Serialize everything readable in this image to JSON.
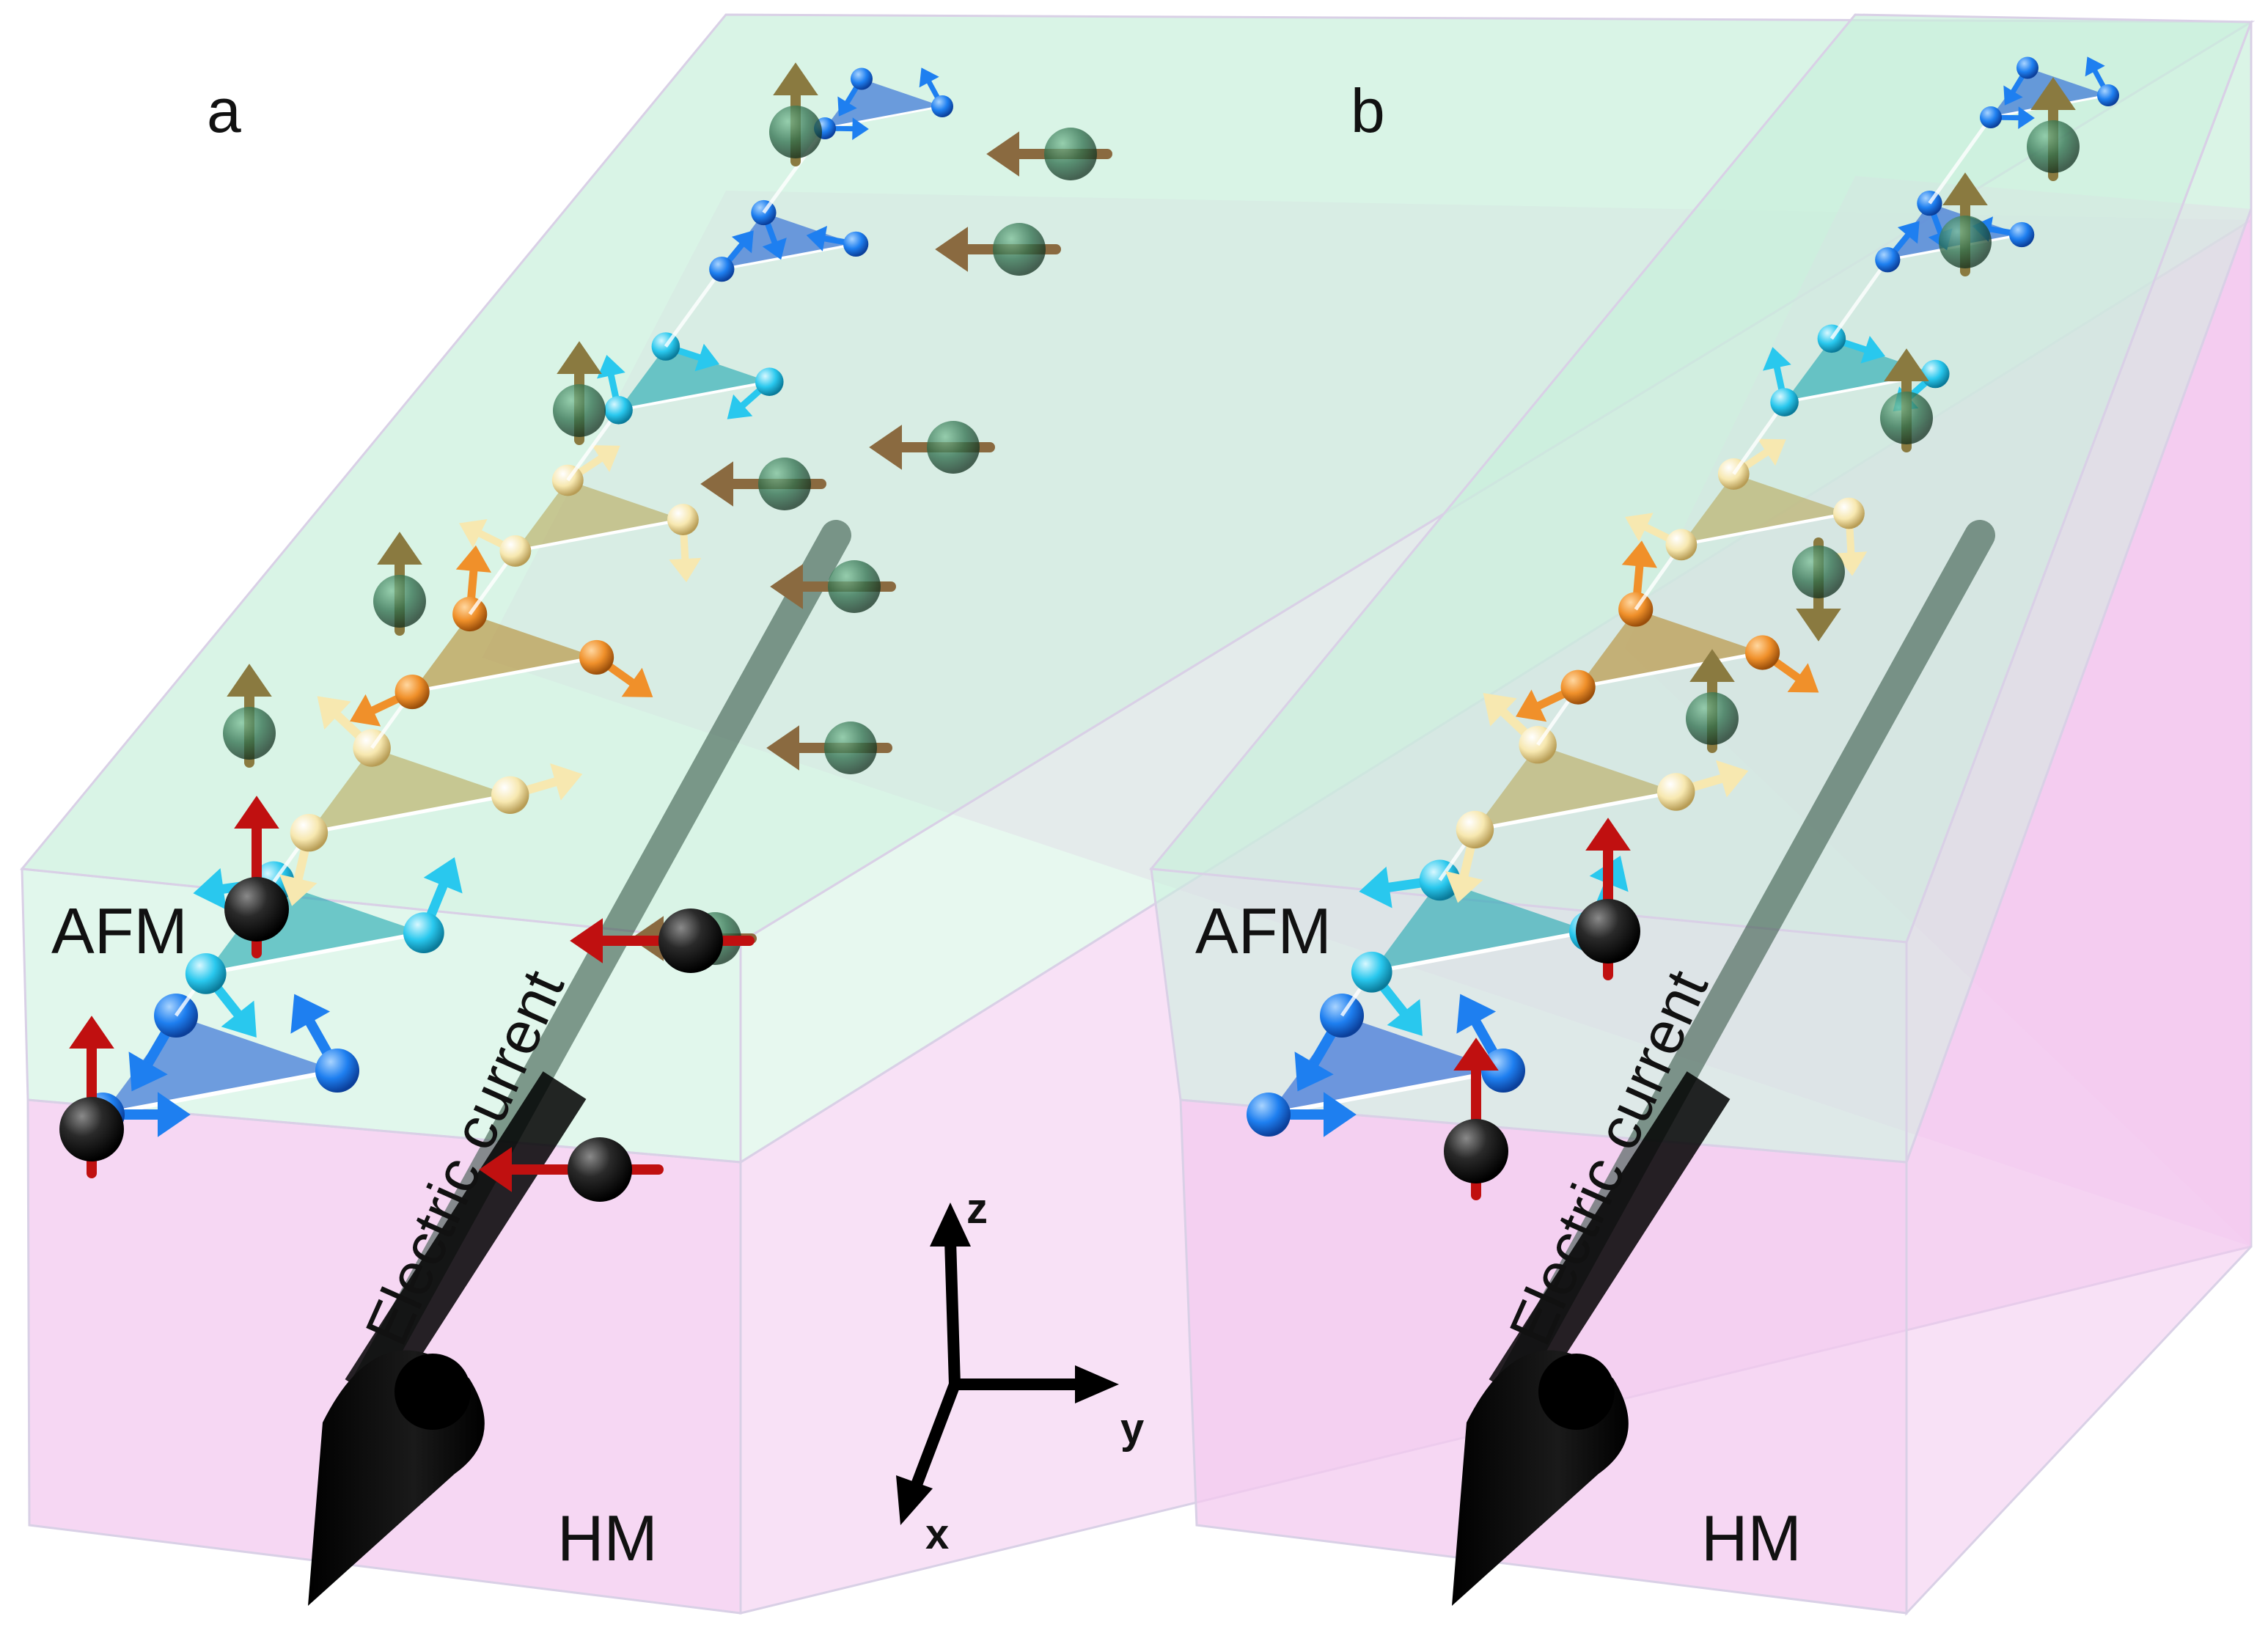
{
  "panels": [
    {
      "id": "a",
      "label": "a",
      "afm_label": "AFM",
      "hm_label": "HM",
      "current_label": "Electric current"
    },
    {
      "id": "b",
      "label": "b",
      "afm_label": "AFM",
      "hm_label": "HM",
      "current_label": "Electric current"
    }
  ],
  "axes": {
    "z": "z",
    "y": "y",
    "x": "x"
  },
  "colors": {
    "afm_layer": "#c9f0dc",
    "hm_layer": "#f3c9ef",
    "edge": "#d9d0e6",
    "triangle_blue": "#1f5fd6",
    "triangle_cyan": "#1ea6b0",
    "triangle_yellow": "#b9a85a",
    "triangle_orange": "#b58a2e",
    "spin_blue": "#1e7ff0",
    "spin_cyan": "#29c8ee",
    "spin_cream": "#f7e8b0",
    "spin_orange": "#f0902a",
    "dark_sphere": "#2a2a2a",
    "green_sphere": "#2e6e4c",
    "red_arrow": "#c01010",
    "current_arrow": "#111111"
  }
}
